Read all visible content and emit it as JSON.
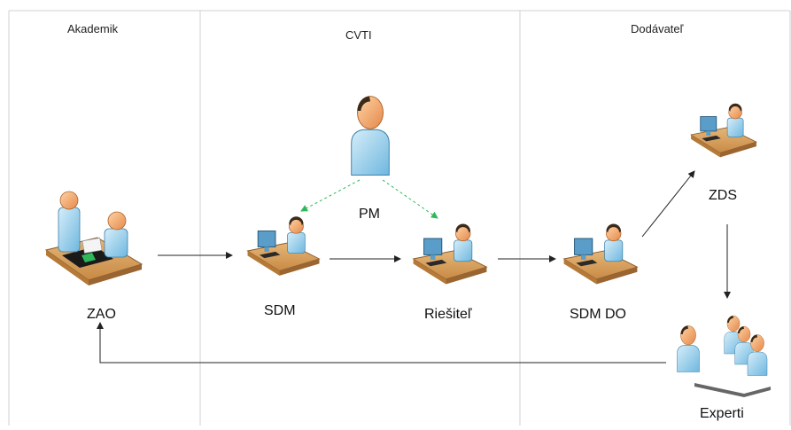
{
  "swimlanes": [
    {
      "title": "Akademik"
    },
    {
      "title": "CVTI"
    },
    {
      "title": "Dodávateľ"
    }
  ],
  "nodes": {
    "zao": {
      "label": "ZAO",
      "icon": "desk-consultation-icon"
    },
    "sdm": {
      "label": "SDM",
      "icon": "desk-worker-icon"
    },
    "pm": {
      "label": "PM",
      "icon": "person-icon"
    },
    "riesitel": {
      "label": "Riešiteľ",
      "icon": "desk-worker-icon"
    },
    "sdm_do": {
      "label": "SDM DO",
      "icon": "desk-worker-icon"
    },
    "zds": {
      "label": "ZDS",
      "icon": "desk-worker-icon"
    },
    "experti": {
      "label": "Experti",
      "icon": "group-icon"
    }
  },
  "colors": {
    "lane_border": "#cfcfcf",
    "flow_arrow": "#333333",
    "pm_arrow": "#2fb85a",
    "skin": "#f0a868",
    "shirt": "#8fcbe8",
    "desk": "#d9a25e"
  }
}
